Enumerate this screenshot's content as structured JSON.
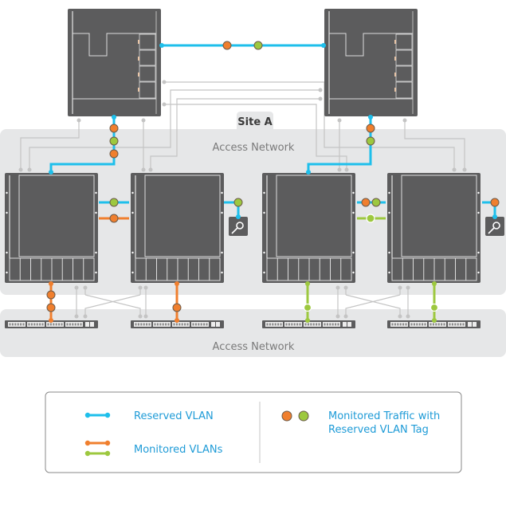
{
  "site_label": "Site A",
  "regions": {
    "access_network_top": "Access Network",
    "access_network_bottom": "Access Network"
  },
  "colors": {
    "reserved_vlan": "#1ebfeb",
    "monitored_orange": "#f07f2e",
    "monitored_green": "#9dc83f",
    "device": "#5c5c5d",
    "region_bg": "#e6e7e8",
    "wire": "#c4c4c4",
    "legend_text": "#1e9bd7"
  },
  "devices": {
    "core_switches": [
      "core-switch-left",
      "core-switch-right"
    ],
    "aggregation_switches": [
      "agg-switch-1",
      "agg-switch-2",
      "agg-switch-3",
      "agg-switch-4"
    ],
    "access_switches": [
      "access-switch-1",
      "access-switch-2",
      "access-switch-3",
      "access-switch-4"
    ],
    "analyzers": [
      "analyzer-1",
      "analyzer-2"
    ]
  },
  "legend": {
    "reserved_vlan": "Reserved VLAN",
    "monitored_vlans": "Monitored VLANs",
    "monitored_traffic_line1": "Monitored Traffic with",
    "monitored_traffic_line2": "Reserved VLAN Tag"
  }
}
